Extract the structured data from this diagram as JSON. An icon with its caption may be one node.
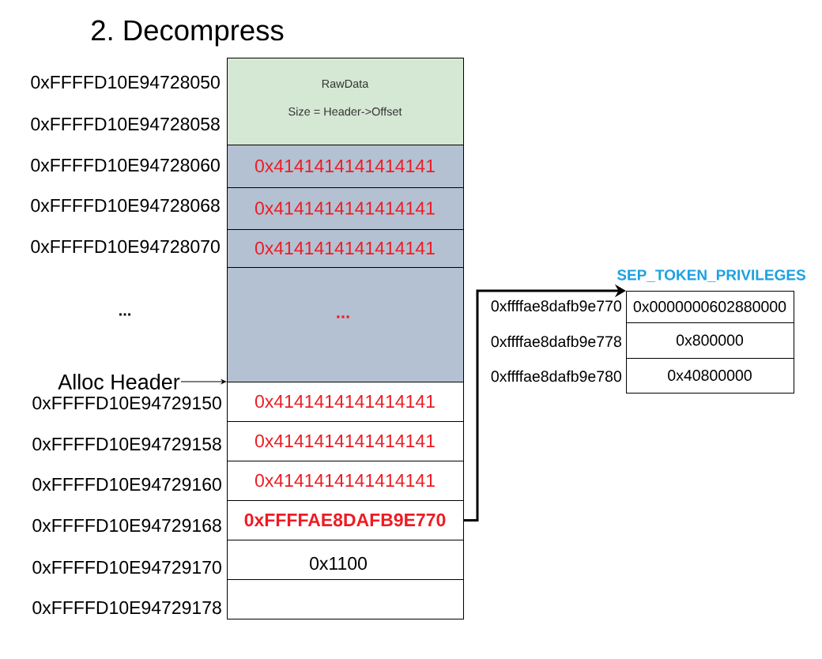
{
  "diagram": {
    "title": "2. Decompress",
    "nodes": [
      {
        "text": [
          "RawData",
          "Size = Header->Offset"
        ],
        "beside": [
          "0xFFFFD10E94728050",
          "0xFFFFD10E94728058"
        ]
      },
      {
        "text": [
          "0x4141414141414141"
        ],
        "beside": [
          "0xFFFFD10E94728060"
        ]
      },
      {
        "text": [
          "0x4141414141414141"
        ],
        "beside": [
          "0xFFFFD10E94728068"
        ]
      },
      {
        "text": [
          "0x4141414141414141"
        ],
        "beside": [
          "0xFFFFD10E94728070"
        ]
      },
      {
        "text": [
          "..."
        ]
      },
      {
        "text": [
          "Alloc Header"
        ]
      },
      {
        "text": [
          "0x4141414141414141"
        ],
        "beside": [
          "0xFFFFD10E94729150"
        ]
      },
      {
        "text": [
          "0x4141414141414141"
        ],
        "beside": [
          "0xFFFFD10E94729158"
        ]
      },
      {
        "text": [
          "0x4141414141414141"
        ],
        "beside": [
          "0xFFFFD10E94729160"
        ]
      },
      {
        "text": [
          "0xFFFFAE8DAFB9E770"
        ],
        "beside": [
          "0xFFFFD10E94729168"
        ]
      },
      {
        "text": [
          "0x1100"
        ],
        "beside": [
          "0xFFFFD10E94729170"
        ]
      },
      {
        "text": [],
        "shape": "box",
        "beside": [
          "0xFFFFD10E94729178"
        ]
      },
      {
        "text": [
          "0x0000000602880000"
        ],
        "beside": [
          "0xffffae8dafb9e770"
        ]
      },
      {
        "text": [
          "0x800000"
        ],
        "beside": [
          "0xffffae8dafb9e778"
        ]
      },
      {
        "text": [
          "0x40800000"
        ],
        "beside": [
          "0xffffae8dafb9e780"
        ]
      }
    ],
    "edges": [
      {
        "from": 5,
        "to": 6,
        "arrow": "to"
      },
      {
        "from": 9,
        "to": 12,
        "arrow": "to",
        "style": "thick"
      }
    ],
    "labels": [
      "SEP_TOKEN_PRIVILEGES",
      "..."
    ]
  }
}
